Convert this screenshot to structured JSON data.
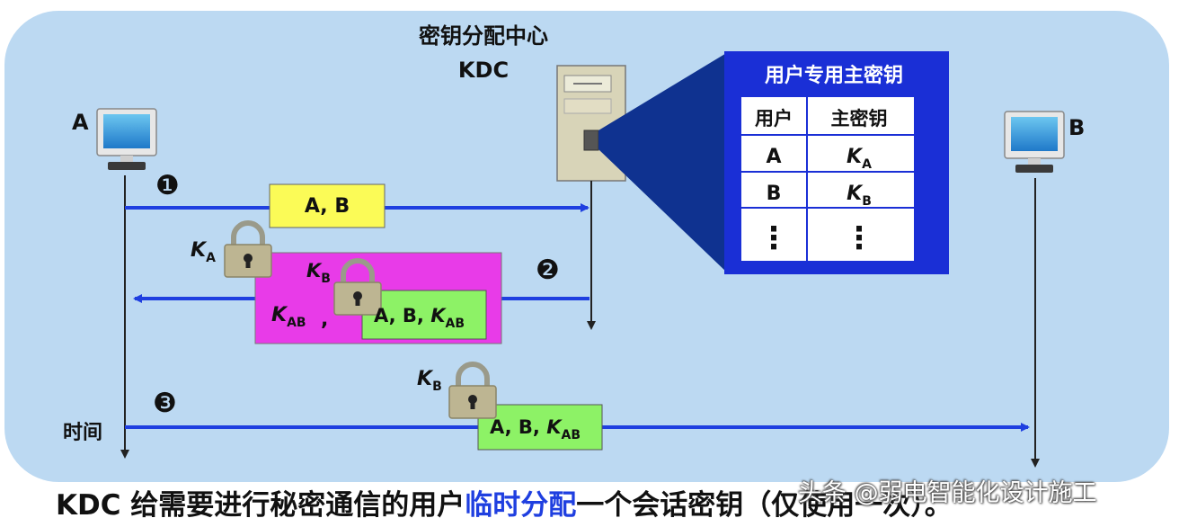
{
  "kdc": {
    "label_cn": "密钥分配中心",
    "label_en": "KDC"
  },
  "hosts": {
    "a": "A",
    "b": "B"
  },
  "table": {
    "title": "用户专用主密钥",
    "headers": [
      "用户",
      "主密钥"
    ],
    "rows": [
      {
        "user": "A",
        "key": "K",
        "key_sub": "A"
      },
      {
        "user": "B",
        "key": "K",
        "key_sub": "B"
      }
    ],
    "ellipsis": "⋮"
  },
  "steps": [
    "❶",
    "❷",
    "❸"
  ],
  "msg1": "A, B",
  "msg2": {
    "outer_lock": {
      "k": "K",
      "sub": "A"
    },
    "inner_lock": {
      "k": "K",
      "sub": "B"
    },
    "session_key": {
      "k": "K",
      "sub": "AB"
    },
    "comma": ",",
    "ticket_text": "A, B, ",
    "ticket_k": "K",
    "ticket_sub": "AB"
  },
  "msg3": {
    "lock": {
      "k": "K",
      "sub": "B"
    },
    "ticket_text": "A, B, ",
    "ticket_k": "K",
    "ticket_sub": "AB"
  },
  "time_label": "时间",
  "caption": {
    "part1": "KDC 给需要进行秘密通信的用户",
    "highlight": "临时分配",
    "part2": "一个会话密钥（仅使用一次）。"
  },
  "watermark": "头条 @弱电智能化设计施工",
  "colors": {
    "panel_bg": "#bcd9f2",
    "arrow": "#1f3fe0",
    "msg1_fill": "#fbfb57",
    "msg2_fill": "#e83be8",
    "ticket_fill": "#8df266",
    "table_bg": "#1a2fd6"
  }
}
